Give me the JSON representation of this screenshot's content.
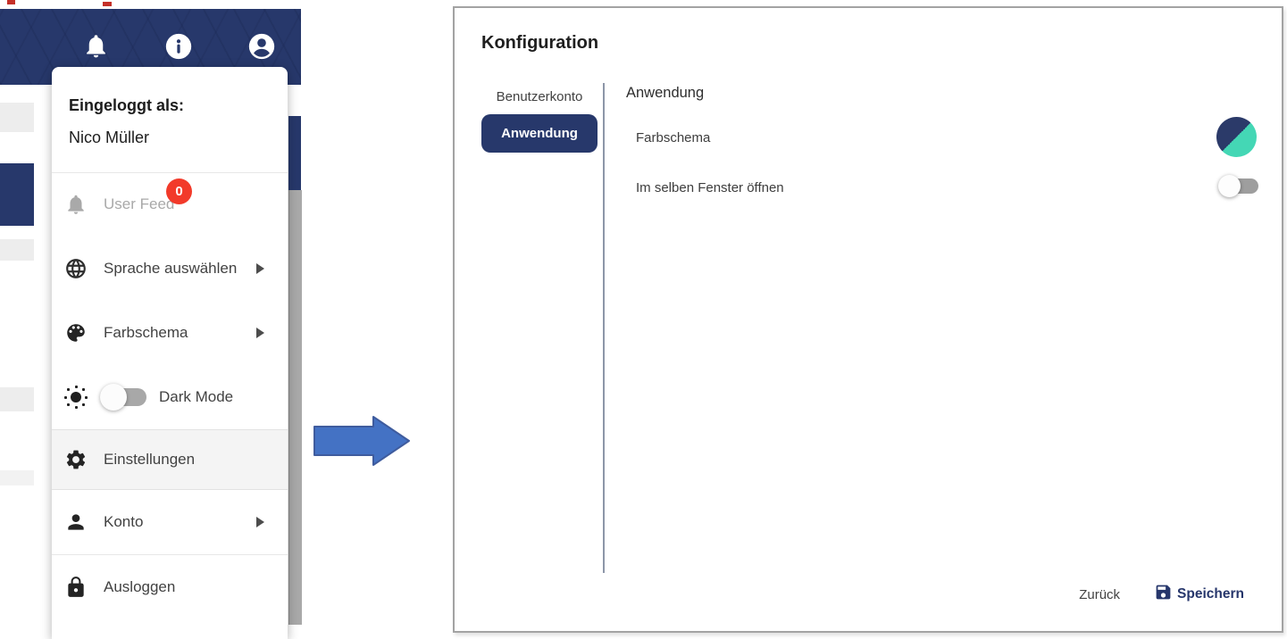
{
  "colors": {
    "navy": "#27386b",
    "teal": "#44d7b5",
    "badge_red": "#f23a2a",
    "arrow_blue": "#4472c4",
    "save_navy": "#26366b"
  },
  "left_panel": {
    "navbar": {
      "icons": [
        "bell-icon",
        "info-icon",
        "account-icon"
      ]
    },
    "scrollbar": {
      "visible": true
    },
    "user_menu": {
      "logged_in_label": "Eingeloggt als:",
      "user_name": "Nico Müller",
      "items": [
        {
          "label": "User Feed",
          "icon": "bell-icon",
          "badge": "0",
          "disabled": true
        },
        {
          "label": "Sprache auswählen",
          "icon": "globe-icon",
          "has_submenu": true
        },
        {
          "label": "Farbschema",
          "icon": "palette-icon",
          "has_submenu": true
        },
        {
          "label": "Dark Mode",
          "icon": "brightness-icon",
          "toggle_state": "off"
        },
        {
          "label": "Einstellungen",
          "icon": "gear-icon",
          "highlighted": true
        },
        {
          "label": "Konto",
          "icon": "person-icon",
          "has_submenu": true
        },
        {
          "label": "Ausloggen",
          "icon": "lock-icon"
        }
      ]
    }
  },
  "annotation_arrow": {
    "direction": "right",
    "color": "#4472c4"
  },
  "dialog": {
    "title": "Konfiguration",
    "sidebar_tabs": [
      {
        "label": "Benutzerkonto",
        "active": false
      },
      {
        "label": "Anwendung",
        "active": true
      }
    ],
    "content": {
      "heading": "Anwendung",
      "settings": [
        {
          "label": "Farbschema",
          "control": "color-scheme-swatch",
          "swatch_colors": [
            "#27386b",
            "#44d7b5"
          ]
        },
        {
          "label": "Im selben Fenster öffnen",
          "control": "toggle",
          "state": "off"
        }
      ]
    },
    "footer": {
      "back_label": "Zurück",
      "save_label": "Speichern"
    }
  }
}
